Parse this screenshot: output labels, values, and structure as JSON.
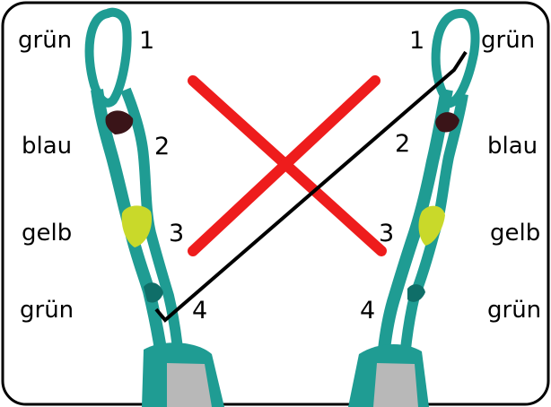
{
  "left_strap": {
    "loops": [
      {
        "color_label": "grün",
        "number": "1"
      },
      {
        "color_label": "blau",
        "number": "2"
      },
      {
        "color_label": "gelb",
        "number": "3"
      },
      {
        "color_label": "grün",
        "number": "4"
      }
    ]
  },
  "right_strap": {
    "loops": [
      {
        "color_label": "grün",
        "number": "1"
      },
      {
        "color_label": "blau",
        "number": "2"
      },
      {
        "color_label": "gelb",
        "number": "3"
      },
      {
        "color_label": "grün",
        "number": "4"
      }
    ]
  },
  "colors": {
    "strap_teal": "#1f9c93",
    "strap_dark": "#0f6e68",
    "loop_blue_dark": "#3a1418",
    "loop_yellow": "#c9d92a",
    "wrong_cross": "#ee1c1c",
    "correct_line": "#000000",
    "frame": "#000000"
  }
}
